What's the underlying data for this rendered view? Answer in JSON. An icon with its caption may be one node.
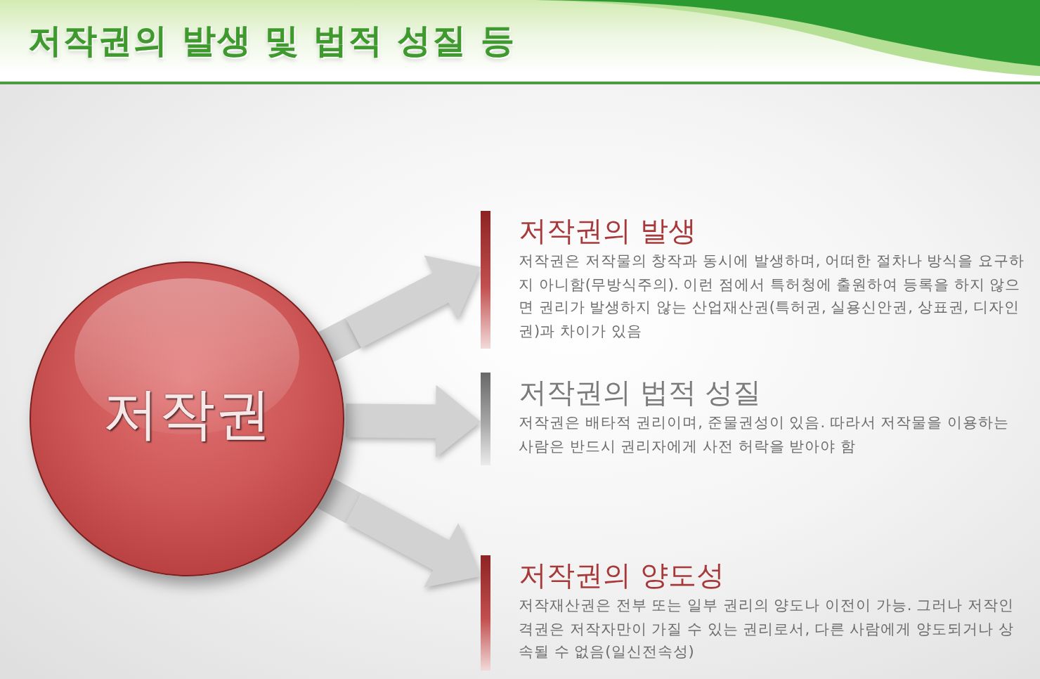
{
  "diagram": {
    "title": "저작권의 발생 및 법적 성질 등",
    "nodes": [
      {
        "text": [
          "저작권"
        ]
      },
      {
        "text": [
          "저작권의 발생",
          "저작권은 저작물의 창작과 동시에 발생하며, 어떠한 절차나 방식을 요구하지 아니함(무방식주의). 이런 점에서 특허청에 출원하여 등록을 하지 않으면 권리가 발생하지 않는 산업재산권(특허권, 실용신안권, 상표권, 디자인권)과 차이가 있음"
        ]
      },
      {
        "text": [
          "저작권의 법적 성질",
          "저작권은 배타적 권리이며, 준물권성이 있음. 따라서 저작물을 이용하는 사람은 반드시 권리자에게 사전 허락을 받아야 함"
        ]
      },
      {
        "text": [
          "저작권의 양도성",
          "저작재산권은 전부 또는 일부 권리의 양도나 이전이 가능. 그러나 저작인격권은 저작자만이 가질 수 있는 권리로서, 다른 사람에게 양도되거나 상속될 수 없음(일신전속성)"
        ]
      }
    ],
    "edges": [
      {
        "from": 0,
        "to": 1,
        "arrow": "to"
      },
      {
        "from": 0,
        "to": 2,
        "arrow": "to"
      },
      {
        "from": 0,
        "to": 3,
        "arrow": "to"
      }
    ]
  }
}
